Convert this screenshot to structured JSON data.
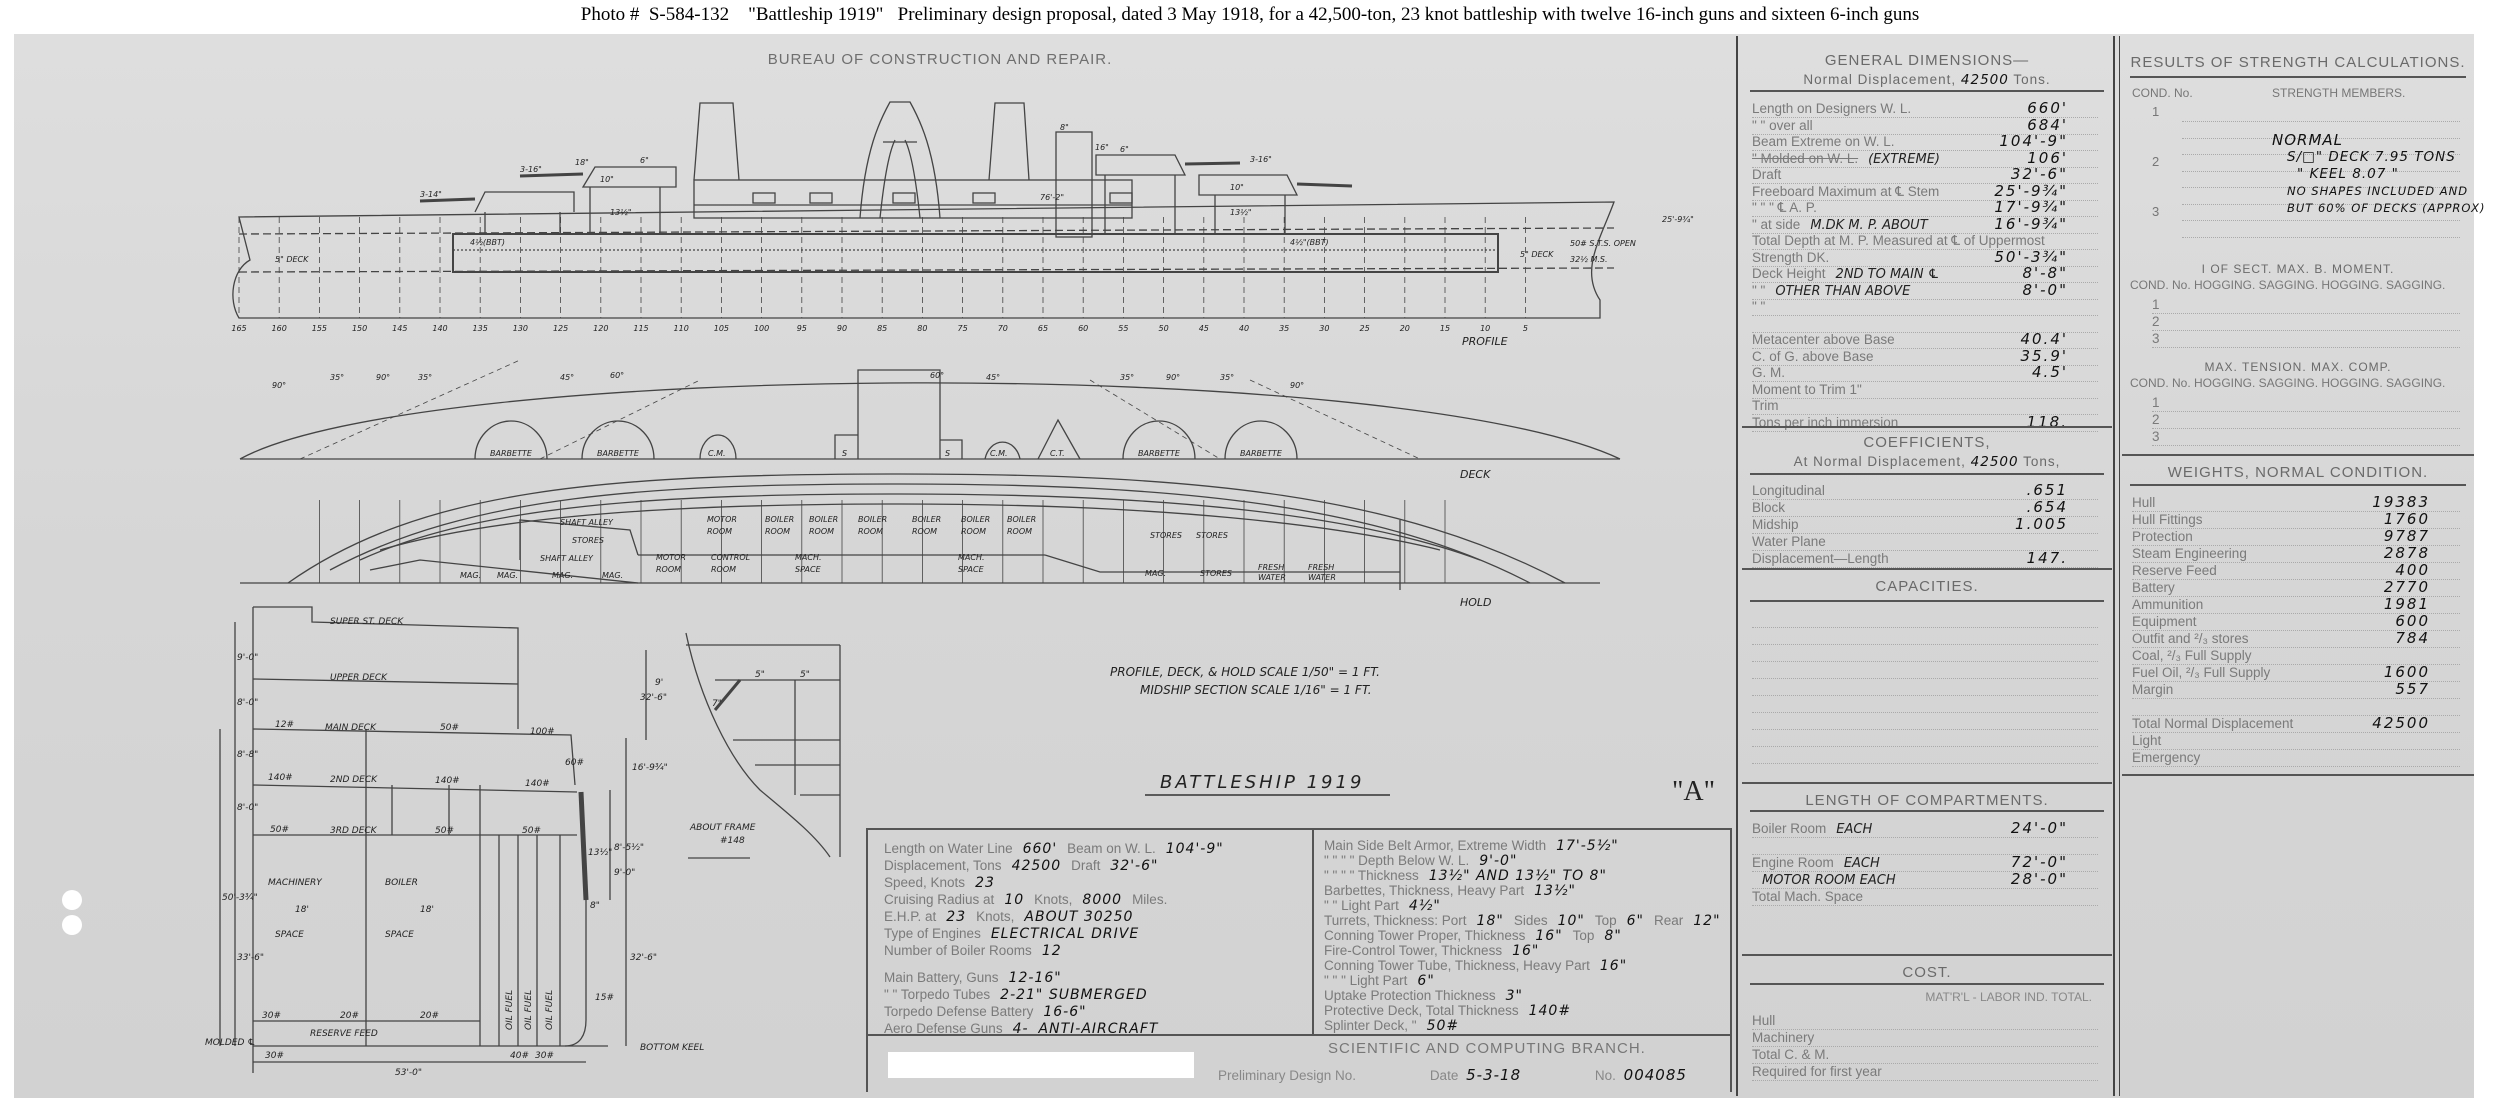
{
  "caption": "Photo #  S-584-132    \"Battleship 1919\"   Preliminary design proposal, dated 3 May 1918, for a 42,500-ton, 23 knot battleship with twelve 16-inch guns and sixteen 6-inch guns",
  "drawing": {
    "bureau_title": "BUREAU OF CONSTRUCTION AND REPAIR.",
    "profile_label": "PROFILE",
    "deck_label": "DECK",
    "hold_label": "HOLD",
    "frame_numbers": [
      "165",
      "160",
      "155",
      "150",
      "145",
      "140",
      "135",
      "130",
      "125",
      "120",
      "115",
      "110",
      "105",
      "100",
      "95",
      "90",
      "85",
      "80",
      "75",
      "70",
      "65",
      "60",
      "55",
      "50",
      "45",
      "40",
      "35",
      "30",
      "25",
      "20",
      "15",
      "10",
      "5"
    ],
    "profile_notes": [
      "3-14\"",
      "3-16\"",
      "18\"",
      "6\"",
      "10\"",
      "13½\"",
      "4½(BBT)",
      "5\" DECK",
      "6\"",
      "8\"",
      "3-16\"",
      "10\"",
      "13½\"",
      "4½\"(BBT)",
      "5\" DECK",
      "50# S.T.S. OPEN",
      "32½ M.S.",
      "25'-9¾\"",
      "76'-2\"",
      "16\""
    ],
    "deck_plan_labels": [
      "BARBETTE",
      "BARBETTE",
      "C.M.",
      "S",
      "S",
      "C.M.",
      "C.T.",
      "BARBETTE",
      "BARBETTE"
    ],
    "deck_angles": [
      "90°",
      "35°",
      "90°",
      "35°",
      "45°",
      "60°",
      "60°",
      "45°",
      "35°",
      "90°",
      "35°",
      "90°"
    ],
    "hold_labels": [
      "SHAFT ALLEY",
      "STORES",
      "SHAFT ALLEY",
      "MAG.",
      "MAG.",
      "MAG.",
      "MAG.",
      "MOTOR",
      "ROOM",
      "BOILER",
      "ROOM",
      "BOILER",
      "ROOM",
      "BOILER",
      "ROOM",
      "BOILER",
      "ROOM",
      "BOILER",
      "ROOM",
      "BOILER",
      "ROOM",
      "MOTOR",
      "ROOM",
      "CONTROL",
      "ROOM",
      "MACH.",
      "SPACE",
      "MACH.",
      "SPACE",
      "STORES",
      "STORES",
      "MAG.",
      "STORES",
      "FRESH",
      "WATER",
      "FRESH",
      "WATER"
    ],
    "midship_labels": [
      "SUPER ST. DECK",
      "UPPER DECK",
      "12#",
      "MAIN DECK",
      "50#",
      "100#",
      "140#",
      "2ND DECK",
      "140#",
      "140#",
      "50#",
      "3RD DECK",
      "50#",
      "50#",
      "MACHINERY",
      "BOILER",
      "18'",
      "18'",
      "SPACE",
      "SPACE",
      "RESERVE FEED",
      "30#",
      "20#",
      "20#",
      "OIL FUEL",
      "OIL FUEL",
      "OIL FUEL",
      "BOTTOM KEEL",
      "MOLDED ℄",
      "53'-0\"",
      "9'-0\"",
      "8'-0\"",
      "8'-8\"",
      "8'-0\"",
      "50'-3¾\"",
      "33'-6\"",
      "16'-9¾\"",
      "8'-5½\"",
      "9'-0\"",
      "32'-6\"",
      "13½\"",
      "8\"",
      "30#",
      "40#",
      "30#",
      "15#",
      "60#"
    ],
    "frame_section_labels": [
      "32'-6\"",
      "9'",
      "7\"",
      "5\"",
      "5\"",
      "ABOUT FRAME",
      "#148"
    ],
    "scale_note_1": "PROFILE, DECK, & HOLD  SCALE 1/50\" = 1 FT.",
    "scale_note_2": "MIDSHIP SECTION  SCALE 1/16\" = 1 FT.",
    "title": "BATTLESHIP 1919",
    "sheet_letter": "\"A\""
  },
  "summary": {
    "left_rows": [
      [
        {
          "text": "Length on Water Line"
        },
        {
          "text": "660'",
          "hw": true
        },
        {
          "text": "Beam on W. L."
        },
        {
          "text": "104'-9\"",
          "hw": true
        }
      ],
      [
        {
          "text": "Displacement, Tons"
        },
        {
          "text": "42500",
          "hw": true
        },
        {
          "text": "Draft"
        },
        {
          "text": "32'-6\"",
          "hw": true
        }
      ],
      [
        {
          "text": "Speed, Knots"
        },
        {
          "text": "23",
          "hw": true
        }
      ],
      [
        {
          "text": "Cruising Radius at"
        },
        {
          "text": "10",
          "hw": true
        },
        {
          "text": "Knots,"
        },
        {
          "text": "8000",
          "hw": true
        },
        {
          "text": "Miles."
        }
      ],
      [
        {
          "text": "E.H.P. at"
        },
        {
          "text": "23",
          "hw": true
        },
        {
          "text": "Knots,"
        },
        {
          "text": "ABOUT 30250",
          "hw": true
        }
      ],
      [
        {
          "text": "Type of Engines"
        },
        {
          "text": "ELECTRICAL DRIVE",
          "hw": true
        }
      ],
      [
        {
          "text": "Number of Boiler Rooms"
        },
        {
          "text": "12",
          "hw": true
        }
      ],
      [
        {
          "text": "Main Battery, Guns"
        },
        {
          "text": "12-16\"",
          "hw": true
        }
      ],
      [
        {
          "text": "\"        \"        Torpedo Tubes"
        },
        {
          "text": "2-21\" SUBMERGED",
          "hw": true
        }
      ],
      [
        {
          "text": "Torpedo Defense Battery"
        },
        {
          "text": "16-6\"",
          "hw": true
        }
      ],
      [
        {
          "text": "Aero Defense Guns"
        },
        {
          "text": "4-",
          "hw": true
        },
        {
          "text": "ANTI-AIRCRAFT",
          "hw": true
        }
      ]
    ],
    "right_rows": [
      [
        {
          "text": "Main Side Belt Armor, Extreme Width"
        },
        {
          "text": "17'-5½\"",
          "hw": true
        }
      ],
      [
        {
          "text": "\"     \"     \"     \"     Depth Below W. L."
        },
        {
          "text": "9'-0\"",
          "hw": true
        }
      ],
      [
        {
          "text": "\"     \"     \"     \"     Thickness"
        },
        {
          "text": "13½\" AND 13½\" TO 8\"",
          "hw": true
        }
      ],
      [
        {
          "text": "Barbettes, Thickness, Heavy Part"
        },
        {
          "text": "13½\"",
          "hw": true
        }
      ],
      [
        {
          "text": "\"     \"     Light Part"
        },
        {
          "text": "4½\"",
          "hw": true
        }
      ],
      [
        {
          "text": "Turrets, Thickness: Port"
        },
        {
          "text": "18\"",
          "hw": true
        },
        {
          "text": "Sides"
        },
        {
          "text": "10\"",
          "hw": true
        },
        {
          "text": "Top"
        },
        {
          "text": "6\"",
          "hw": true
        },
        {
          "text": "Rear"
        },
        {
          "text": "12\"",
          "hw": true
        }
      ],
      [
        {
          "text": "Conning Tower Proper, Thickness"
        },
        {
          "text": "16\"",
          "hw": true
        },
        {
          "text": "Top"
        },
        {
          "text": "8\"",
          "hw": true
        }
      ],
      [
        {
          "text": "Fire-Control Tower, Thickness"
        },
        {
          "text": "16\"",
          "hw": true
        }
      ],
      [
        {
          "text": "Conning Tower Tube, Thickness, Heavy Part"
        },
        {
          "text": "16\"",
          "hw": true
        }
      ],
      [
        {
          "text": "\"     \"     \"     Light Part"
        },
        {
          "text": "6\"",
          "hw": true
        }
      ],
      [
        {
          "text": "Uptake Protection Thickness"
        },
        {
          "text": "3\"",
          "hw": true
        }
      ],
      [
        {
          "text": "Protective Deck, Total Thickness"
        },
        {
          "text": "140#",
          "hw": true
        }
      ],
      [
        {
          "text": "Splinter Deck,     \""
        },
        {
          "text": "50#",
          "hw": true
        }
      ]
    ],
    "branch": "SCIENTIFIC AND COMPUTING BRANCH.",
    "design_no_label": "Preliminary Design No.",
    "date_label": "Date",
    "date_value": "5-3-18",
    "no_label": "No.",
    "no_value": "004085"
  },
  "general_dimensions": {
    "title": "GENERAL DIMENSIONS—",
    "subtitle_pre": "Normal Displacement,",
    "subtitle_value": "42500",
    "subtitle_post": "Tons.",
    "rows": [
      {
        "label": "Length on Designers W. L.",
        "value": "660'"
      },
      {
        "label": "\"   \" over all",
        "value": "684'"
      },
      {
        "label": "Beam Extreme on W. L.",
        "value": "104'-9\""
      },
      {
        "label": "\"  Molded on W. L.",
        "strike": true,
        "note": "(EXTREME)",
        "value": "106'"
      },
      {
        "label": "Draft",
        "value": "32'-6\""
      },
      {
        "label": "Freeboard Maximum at ℄ Stem",
        "value": "25'-9¾\""
      },
      {
        "label": "\"     \"     \" ℄ A. P.",
        "value": "17'-9¾\""
      },
      {
        "label": "\"   at side",
        "note": "M.DK  M. P.  ABOUT",
        "value": "16'-9¾\""
      },
      {
        "label": "Total Depth at M. P. Measured at ℄ of Uppermost",
        "value": ""
      },
      {
        "label": "   Strength DK.",
        "value": "50'-3¾\""
      },
      {
        "label": "Deck Height",
        "note": "2ND TO MAIN ℄",
        "value": "8'-8\""
      },
      {
        "label": "\"     \"",
        "note": "OTHER THAN ABOVE",
        "value": "8'-0\""
      },
      {
        "label": "\"     \"",
        "value": ""
      },
      {
        "label": "",
        "value": ""
      },
      {
        "label": "Metacenter above Base",
        "value": "40.4'"
      },
      {
        "label": "C. of G. above Base",
        "value": "35.9'"
      },
      {
        "label": "G. M.",
        "value": "4.5'"
      },
      {
        "label": "Moment to Trim 1\"",
        "value": ""
      },
      {
        "label": "Trim",
        "value": ""
      },
      {
        "label": "Tons per inch immersion",
        "value": "118."
      }
    ]
  },
  "coefficients": {
    "title": "COEFFICIENTS,",
    "subtitle_pre": "At Normal Displacement,",
    "subtitle_value": "42500",
    "subtitle_post": "Tons,",
    "rows": [
      {
        "label": "Longitudinal",
        "value": ".651"
      },
      {
        "label": "Block",
        "value": ".654"
      },
      {
        "label": "Midship",
        "value": "1.005"
      },
      {
        "label": "Water Plane",
        "value": ""
      },
      {
        "label": "Displacement—Length",
        "value": "147."
      }
    ]
  },
  "capacities": {
    "title": "CAPACITIES."
  },
  "compartments": {
    "title": "LENGTH OF COMPARTMENTS.",
    "rows": [
      {
        "label": "Boiler Room",
        "note": "EACH",
        "value": "24'-0\""
      },
      {
        "label": "",
        "value": ""
      },
      {
        "label": "Engine Room",
        "note": "EACH",
        "value": "72'-0\""
      },
      {
        "label": "",
        "note": "MOTOR ROOM  EACH",
        "value": "28'-0\""
      },
      {
        "label": "Total Mach. Space",
        "value": ""
      }
    ]
  },
  "cost": {
    "title": "COST.",
    "header": "MAT'R'L - LABOR   IND.   TOTAL.",
    "rows": [
      {
        "label": "Hull",
        "value": ""
      },
      {
        "label": "Machinery",
        "value": ""
      },
      {
        "label": "Total C. & M.",
        "value": ""
      },
      {
        "label": "Required for first year",
        "value": ""
      }
    ]
  },
  "strength": {
    "title": "RESULTS OF STRENGTH CALCULATIONS.",
    "cond_header": "COND. No.",
    "members_header": "STRENGTH MEMBERS.",
    "conds": [
      "1",
      "2",
      "3"
    ],
    "notes": [
      "NORMAL",
      "S/□\" DECK  7.95 TONS",
      "\"  KEEL  8.07  \"",
      "NO SHAPES INCLUDED AND",
      "BUT 60% OF DECKS (APPROX)"
    ],
    "moment_header_1": "I OF SECT.          MAX. B. MOMENT.",
    "moment_header_2": "COND. No.  HOGGING.  SAGGING.  HOGGING.  SAGGING.",
    "tension_header_1": "MAX. TENSION.          MAX. COMP.",
    "tension_header_2": "COND. No.  HOGGING.  SAGGING.  HOGGING.  SAGGING."
  },
  "weights": {
    "title": "WEIGHTS, NORMAL CONDITION.",
    "rows": [
      {
        "label": "Hull",
        "value": "19383"
      },
      {
        "label": "Hull Fittings",
        "value": "1760"
      },
      {
        "label": "Protection",
        "value": "9787"
      },
      {
        "label": "Steam Engineering",
        "value": "2878"
      },
      {
        "label": "Reserve Feed",
        "value": "400"
      },
      {
        "label": "Battery",
        "value": "2770"
      },
      {
        "label": "Ammunition",
        "value": "1981"
      },
      {
        "label": "Equipment",
        "value": "600"
      },
      {
        "label": "Outfit and ²/₃ stores",
        "value": "784"
      },
      {
        "label": "Coal, ²/₃ Full Supply",
        "value": ""
      },
      {
        "label": "Fuel Oil, ²/₃ Full Supply",
        "value": "1600"
      },
      {
        "label": "Margin",
        "value": "557"
      },
      {
        "label": "",
        "value": ""
      },
      {
        "label": "Total Normal Displacement",
        "value": "42500"
      },
      {
        "label": "      Light",
        "value": ""
      },
      {
        "label": "      Emergency",
        "value": ""
      }
    ]
  }
}
